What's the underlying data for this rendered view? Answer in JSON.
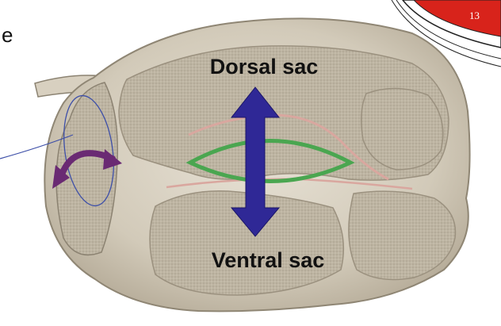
{
  "labels": {
    "dorsal": "Dorsal sac",
    "ventral": "Ventral sac",
    "left_fragment": "e",
    "corner_number": "13"
  },
  "colors": {
    "background": "#ffffff",
    "stomach_surface": "#d9d2c3",
    "stomach_shadow": "#a89f8e",
    "pillar_line": "#d9a79f",
    "vertical_arrow": "#2f2896",
    "horizontal_loop": "#4aa650",
    "rotation_arrow": "#6a2a73",
    "outline_pen": "#3d4fa8",
    "corner_red": "#d8231b"
  },
  "icons": {
    "vertical_arrow": "double-headed-vertical-arrow",
    "horizontal_loop": "lens-loop",
    "rotation_arrow": "curved-double-arrow"
  }
}
